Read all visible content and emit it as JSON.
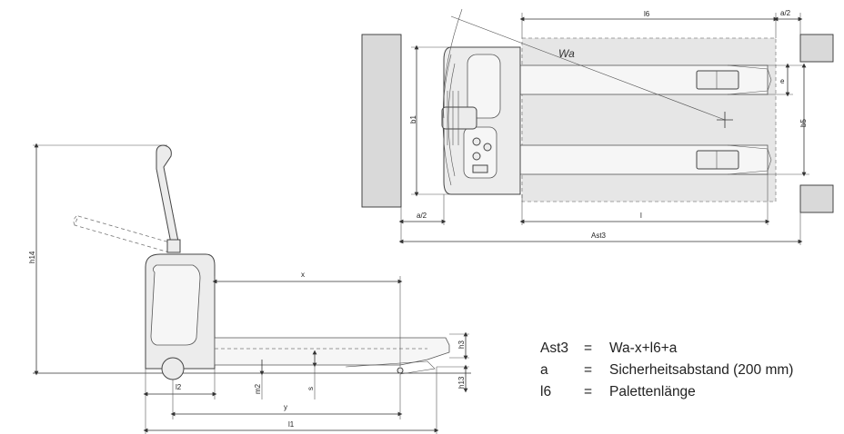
{
  "top_view": {
    "labels": {
      "l6": "l6",
      "a_half_top": "a/2",
      "wa": "Wa",
      "e": "e",
      "b1": "b1",
      "b5": "b5",
      "a_half_bottom": "a/2",
      "l": "l",
      "ast3": "Ast3"
    }
  },
  "side_view": {
    "labels": {
      "h14": "h14",
      "x": "x",
      "h3": "h3",
      "h13": "h13",
      "l2": "l2",
      "m2": "m2",
      "s": "s",
      "y": "y",
      "l1": "l1"
    }
  },
  "legend": [
    {
      "term": "Ast3",
      "eq": "=",
      "definition": "Wa-x+l6+a"
    },
    {
      "term": "a",
      "eq": "=",
      "definition": "Sicherheitsabstand (200 mm)"
    },
    {
      "term": "l6",
      "eq": "=",
      "definition": "Palettenlänge"
    }
  ]
}
